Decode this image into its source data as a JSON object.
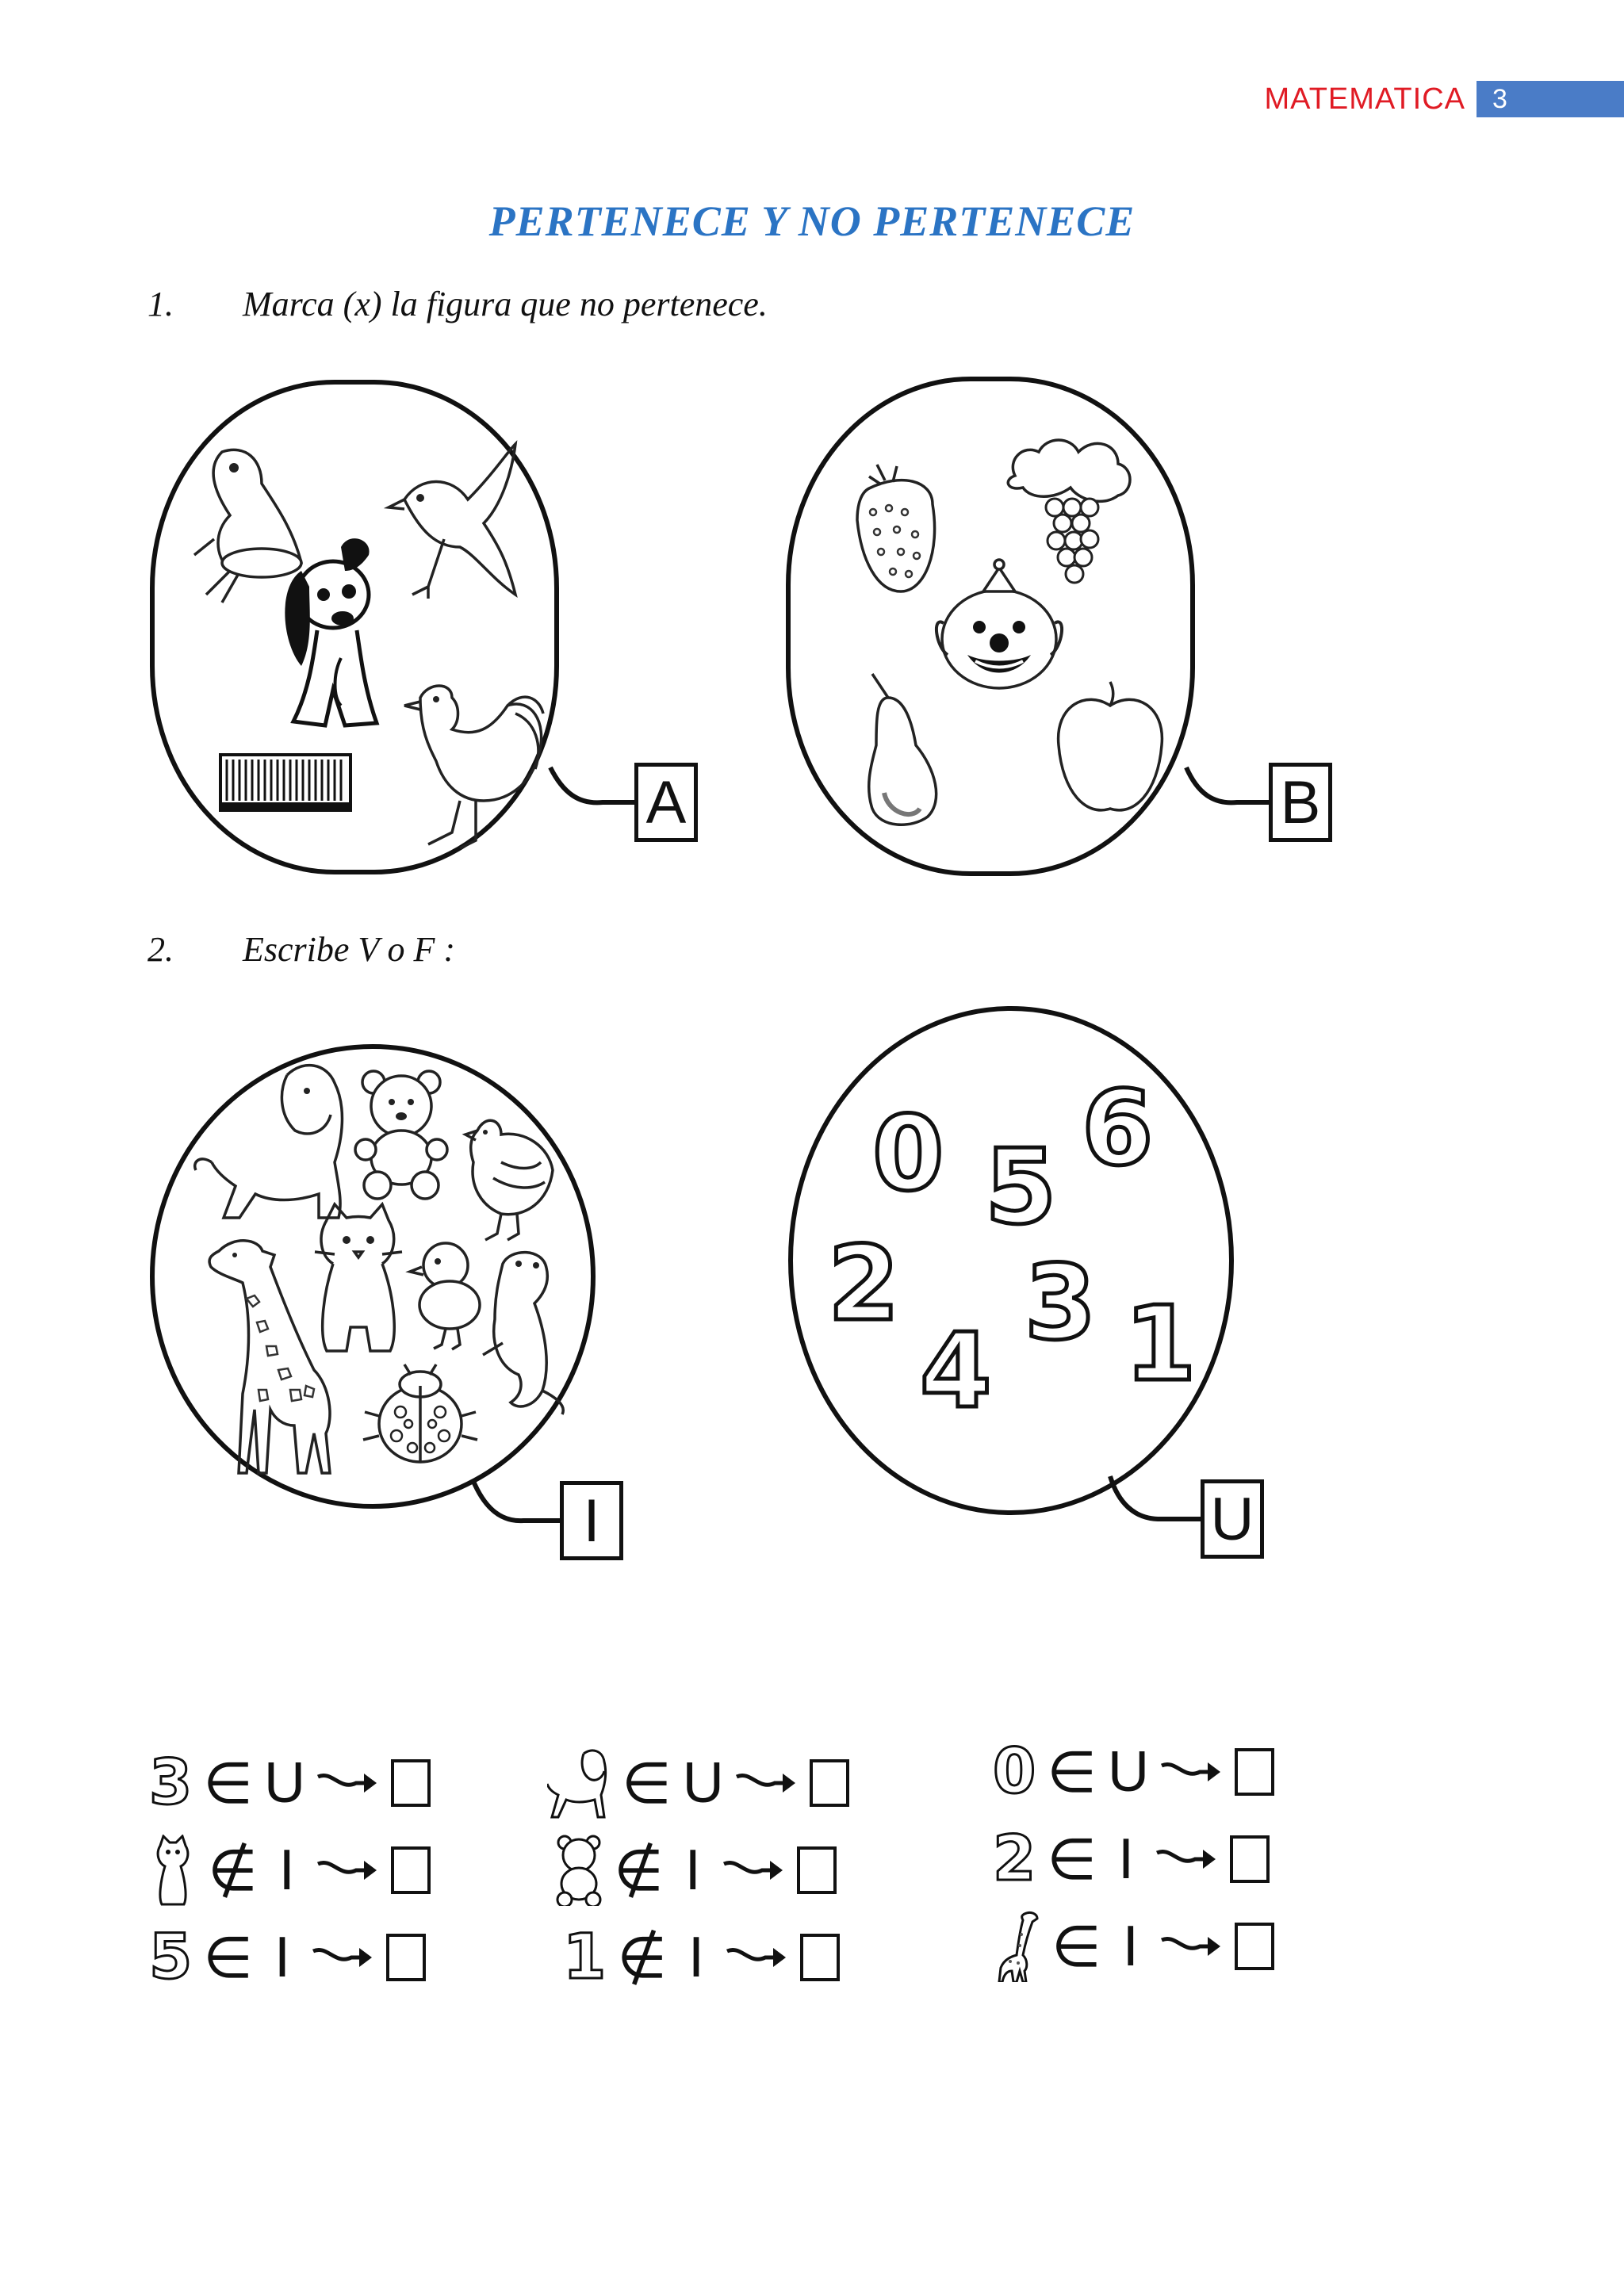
{
  "header": {
    "subject": "MATEMATICA",
    "page": "3"
  },
  "title": "PERTENECE Y NO PERTENECE",
  "questions": [
    {
      "number": "1.",
      "text": "Marca (x) la figura que no pertenece."
    },
    {
      "number": "2.",
      "text": "Escribe V o F :"
    }
  ],
  "sets": {
    "A": {
      "label": "A",
      "icons": [
        "frog-icon",
        "bird-icon",
        "dog-icon",
        "comb-icon",
        "rooster-icon"
      ]
    },
    "B": {
      "label": "B",
      "icons": [
        "strawberry-icon",
        "grapes-icon",
        "clown-icon",
        "pear-icon",
        "apple-icon"
      ]
    },
    "I": {
      "label": "I",
      "icons": [
        "lion-icon",
        "teddy-bear-icon",
        "hen-icon",
        "giraffe-icon",
        "cat-icon",
        "chick-icon",
        "seal-icon",
        "ladybug-icon"
      ]
    },
    "U": {
      "label": "U",
      "digits": [
        "0",
        "5",
        "6",
        "2",
        "3",
        "4",
        "1"
      ]
    }
  },
  "statements": [
    {
      "element": "3",
      "op": "∈",
      "set": "U"
    },
    {
      "element": "cat-icon",
      "op": "∉",
      "set": "I"
    },
    {
      "element": "5",
      "op": "∈",
      "set": "I"
    },
    {
      "element": "lion-icon",
      "op": "∈",
      "set": "U"
    },
    {
      "element": "teddy-bear-icon",
      "op": "∉",
      "set": "I"
    },
    {
      "element": "1",
      "op": "∉",
      "set": "I"
    },
    {
      "element": "0",
      "op": "∈",
      "set": "U"
    },
    {
      "element": "2",
      "op": "∈",
      "set": "I"
    },
    {
      "element": "giraffe-icon",
      "op": "∈",
      "set": "I"
    }
  ]
}
